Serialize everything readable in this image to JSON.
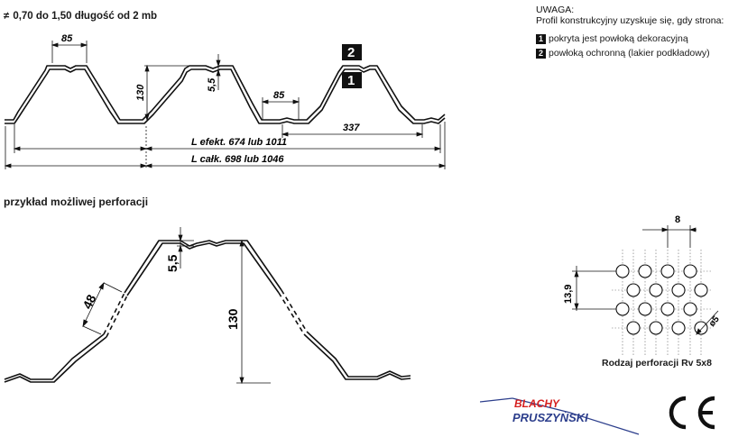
{
  "header": {
    "symbol": "≠",
    "title": "0,70 do 1,50   długość od 2 mb"
  },
  "note": {
    "heading": "UWAGA:",
    "text": "Profil konstrukcyjny uzyskuje się, gdy strona:",
    "items": [
      {
        "num": "1",
        "label": "pokryta jest powłoką dekoracyjną"
      },
      {
        "num": "2",
        "label": "powłoką ochronną (lakier podkładowy)"
      }
    ]
  },
  "profile_top": {
    "dim_top_width": "85",
    "dim_height": "130",
    "dim_notch": "5,5",
    "dim_bottom_width": "85",
    "dim_pitch": "337",
    "dim_effective": "L efekt. 674 lub 1011",
    "dim_total": "L całk. 698 lub 1046",
    "marker_top": "2",
    "marker_bottom": "1"
  },
  "section_title": "przykład możliwej perforacji",
  "profile_perforated": {
    "dim_notch": "5,5",
    "dim_height": "130",
    "dim_slant": "48"
  },
  "perforation": {
    "dim_pitch": "8",
    "dim_row": "13,9",
    "dim_diameter": "ø5",
    "caption": "Rodzaj perforacji Rv 5x8"
  },
  "logo": {
    "line1": "BLACHY",
    "line2": "PRUSZYŃSKI"
  },
  "ce_mark": "CE"
}
